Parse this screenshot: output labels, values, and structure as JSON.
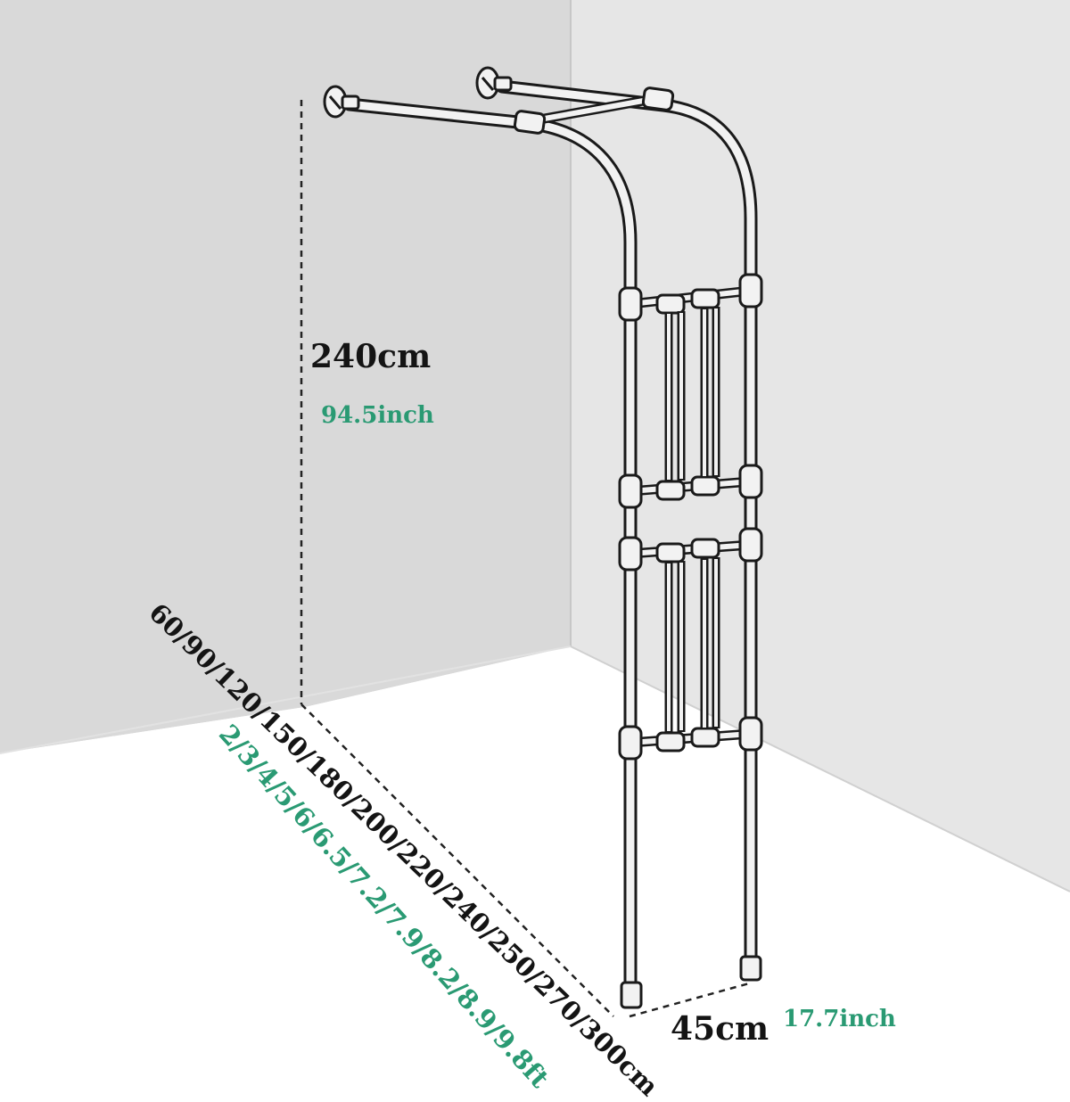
{
  "dimensions": {
    "height_cm": "240cm",
    "height_inch": "94.5inch",
    "width_options_cm": "60/90/120/150/180/200/220/240/250/270/300cm",
    "width_options_ft": "2/3/4/5/6/6.5/7.2/7.9/8.2/8.9/9.8ft",
    "depth_cm": "45cm",
    "depth_inch": "17.7inch"
  },
  "colors": {
    "wall": "#d9d9d9",
    "side_wall": "#e6e6e6",
    "floor": "#ffffff",
    "frame_outline": "#1a1a1a",
    "frame_fill": "#f2f2f2",
    "imperial_text": "#2a9a73",
    "metric_text": "#141414"
  }
}
